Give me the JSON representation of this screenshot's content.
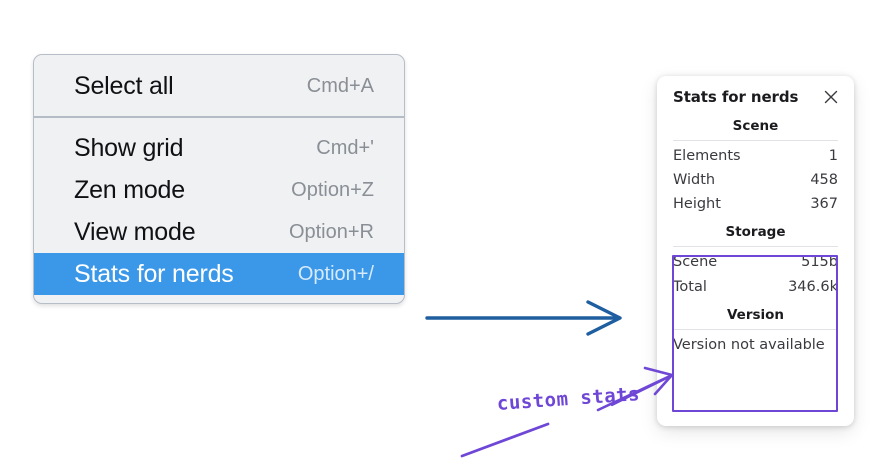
{
  "context_menu": {
    "groups": [
      {
        "items": [
          {
            "label": "Select all",
            "shortcut": "Cmd+A",
            "selected": false
          }
        ]
      },
      {
        "items": [
          {
            "label": "Show grid",
            "shortcut": "Cmd+'",
            "selected": false
          },
          {
            "label": "Zen mode",
            "shortcut": "Option+Z",
            "selected": false
          },
          {
            "label": "View mode",
            "shortcut": "Option+R",
            "selected": false
          },
          {
            "label": "Stats for nerds",
            "shortcut": "Option+/",
            "selected": true
          }
        ]
      }
    ],
    "highlight_color": "#3b98e8",
    "background_color": "#f0f1f3"
  },
  "stats_panel": {
    "title": "Stats for nerds",
    "close_icon": "close-icon",
    "sections": [
      {
        "heading": "Scene",
        "rows": [
          {
            "key": "Elements",
            "value": "1"
          },
          {
            "key": "Width",
            "value": "458"
          },
          {
            "key": "Height",
            "value": "367"
          }
        ]
      },
      {
        "heading": "Storage",
        "rows": [
          {
            "key": "Scene",
            "value": "515b"
          },
          {
            "key": "Total",
            "value": "346.6k"
          }
        ]
      },
      {
        "heading": "Version",
        "single_line": "Version not available"
      }
    ]
  },
  "annotations": {
    "custom_stats_label": "custom stats",
    "highlight_box_color": "#6f47d6",
    "blue_arrow_color": "#1f5fa0",
    "purple_ink_color": "#6f47d6"
  }
}
